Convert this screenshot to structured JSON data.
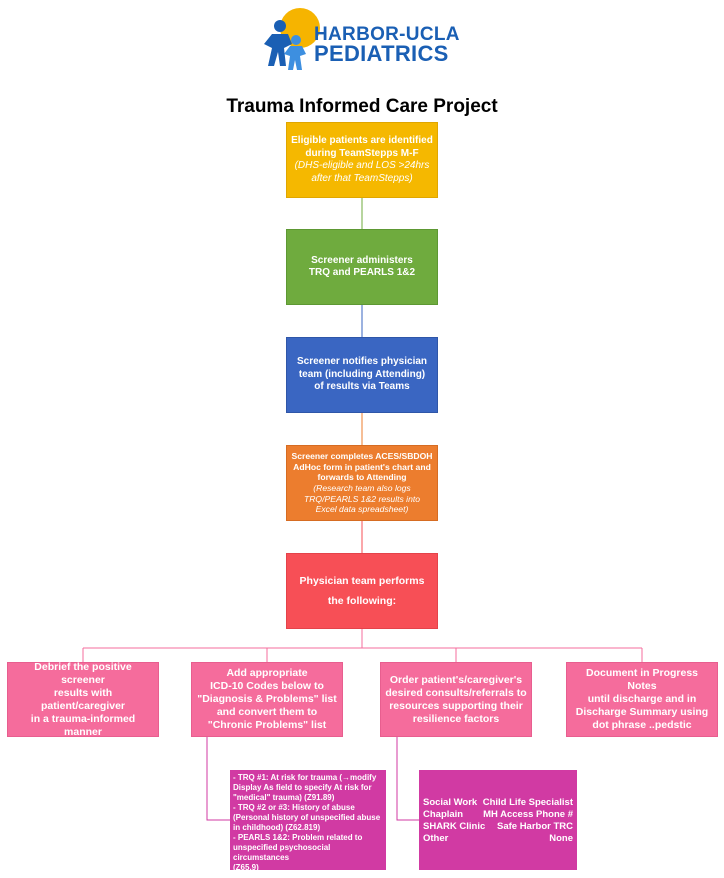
{
  "logo": {
    "line1": "HARBOR-UCLA",
    "line2": "PEDIATRICS"
  },
  "title": "Trauma Informed Care Project",
  "steps": {
    "identify": {
      "line1": "Eligible patients are identified",
      "line2": "during TeamStepps M-F",
      "note1": "(DHS-eligible and LOS >24hrs",
      "note2": "after that TeamStepps)"
    },
    "administer": {
      "line1": "Screener administers",
      "line2": "TRQ and PEARLS 1&2"
    },
    "notify": {
      "line1": "Screener notifies physician",
      "line2": "team (including Attending)",
      "line3": "of results via Teams"
    },
    "complete": {
      "line1": "Screener completes ACES/SBDOH",
      "line2": "AdHoc form in patient's chart and",
      "line3": "forwards to Attending",
      "note1": "(Research team also logs",
      "note2": "TRQ/PEARLS 1&2 results into",
      "note3": "Excel data spreadsheet)"
    },
    "physician": {
      "line1": "Physician team performs",
      "line2": "the following:"
    }
  },
  "actions": {
    "debrief": {
      "line1": "Debrief the positive screener",
      "line2": "results with patient/caregiver",
      "line3": "in a trauma-informed manner"
    },
    "codes": {
      "line1": "Add appropriate",
      "line2": "ICD-10 Codes below to",
      "line3": "\"Diagnosis & Problems\" list",
      "line4": "and convert them to",
      "line5": "\"Chronic Problems\" list"
    },
    "order": {
      "line1": "Order patient's/caregiver's",
      "line2": "desired consults/referrals to",
      "line3": "resources supporting their",
      "line4": "resilience factors"
    },
    "document": {
      "line1": "Document in Progress Notes",
      "line2": "until discharge and in",
      "line3": "Discharge Summary using",
      "line4": "dot phrase ..pedstic"
    }
  },
  "codes_detail": {
    "item1a": "- TRQ #1: At risk for trauma (→modify",
    "item1b": "Display As field to specify At risk for",
    "item1c": "\"medical\" trauma) (Z91.89)",
    "item2a": "- TRQ #2 or #3: History of abuse",
    "item2b": "(Personal history of unspecified abuse",
    "item2c": "in childhood) (Z62.819)",
    "item3a": "- PEARLS 1&2: Problem related to",
    "item3b": "unspecified psychosocial circumstances",
    "item3c": "(Z65.9)"
  },
  "resources": {
    "left": [
      "Social Work",
      "Chaplain",
      "SHARK Clinic",
      "Other"
    ],
    "right": [
      "Child Life Specialist",
      "MH Access Phone #",
      "Safe Harbor TRC",
      "None"
    ]
  },
  "colors": {
    "yellow": "#f5b800",
    "green": "#6fab3e",
    "blue": "#3a66c2",
    "orange": "#ec7d2e",
    "red": "#f74f56",
    "pink": "#f56c9c",
    "magenta": "#d13aa3",
    "logo_blue": "#1a5fb4",
    "logo_sun": "#f6b400"
  }
}
